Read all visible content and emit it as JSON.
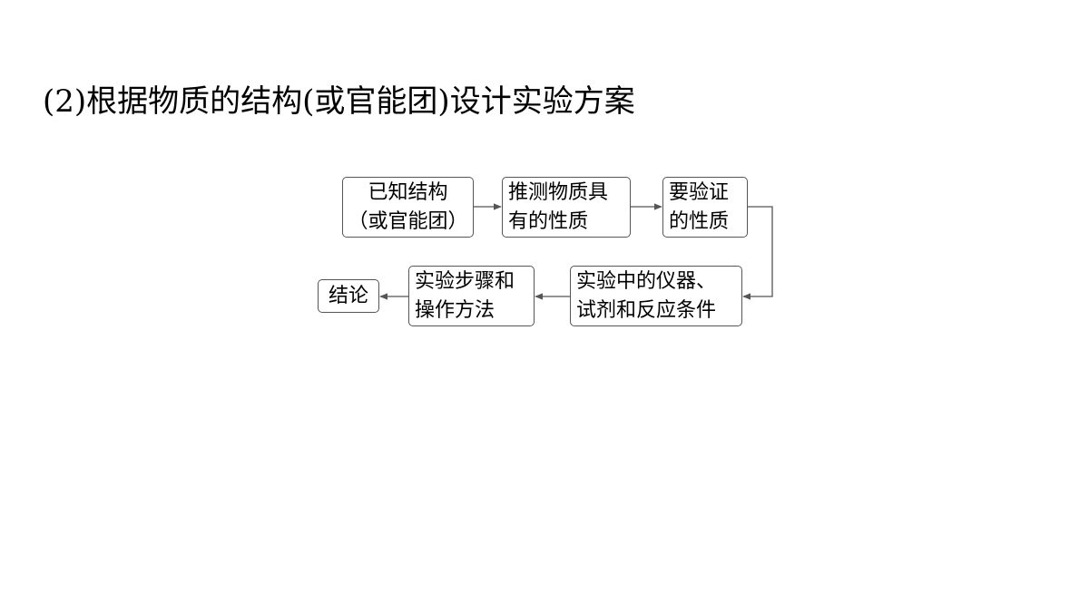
{
  "title": "(2)根据物质的结构(或官能团)设计实验方案",
  "flowchart": {
    "nodes": [
      {
        "id": "structure",
        "lines": [
          "已知结构",
          "（或官能团）"
        ]
      },
      {
        "id": "infer",
        "lines": [
          "推测物质具",
          "有的性质"
        ]
      },
      {
        "id": "verify",
        "lines": [
          "要验证",
          "的性质"
        ]
      },
      {
        "id": "reagents",
        "lines": [
          "实验中的仪器、",
          "试剂和反应条件"
        ]
      },
      {
        "id": "steps",
        "lines": [
          "实验步骤和",
          "操作方法"
        ]
      },
      {
        "id": "conclusion",
        "lines": [
          "结论"
        ]
      }
    ],
    "edges": [
      {
        "from": "structure",
        "to": "infer"
      },
      {
        "from": "infer",
        "to": "verify"
      },
      {
        "from": "verify",
        "to": "reagents"
      },
      {
        "from": "reagents",
        "to": "steps"
      },
      {
        "from": "steps",
        "to": "conclusion"
      }
    ]
  }
}
